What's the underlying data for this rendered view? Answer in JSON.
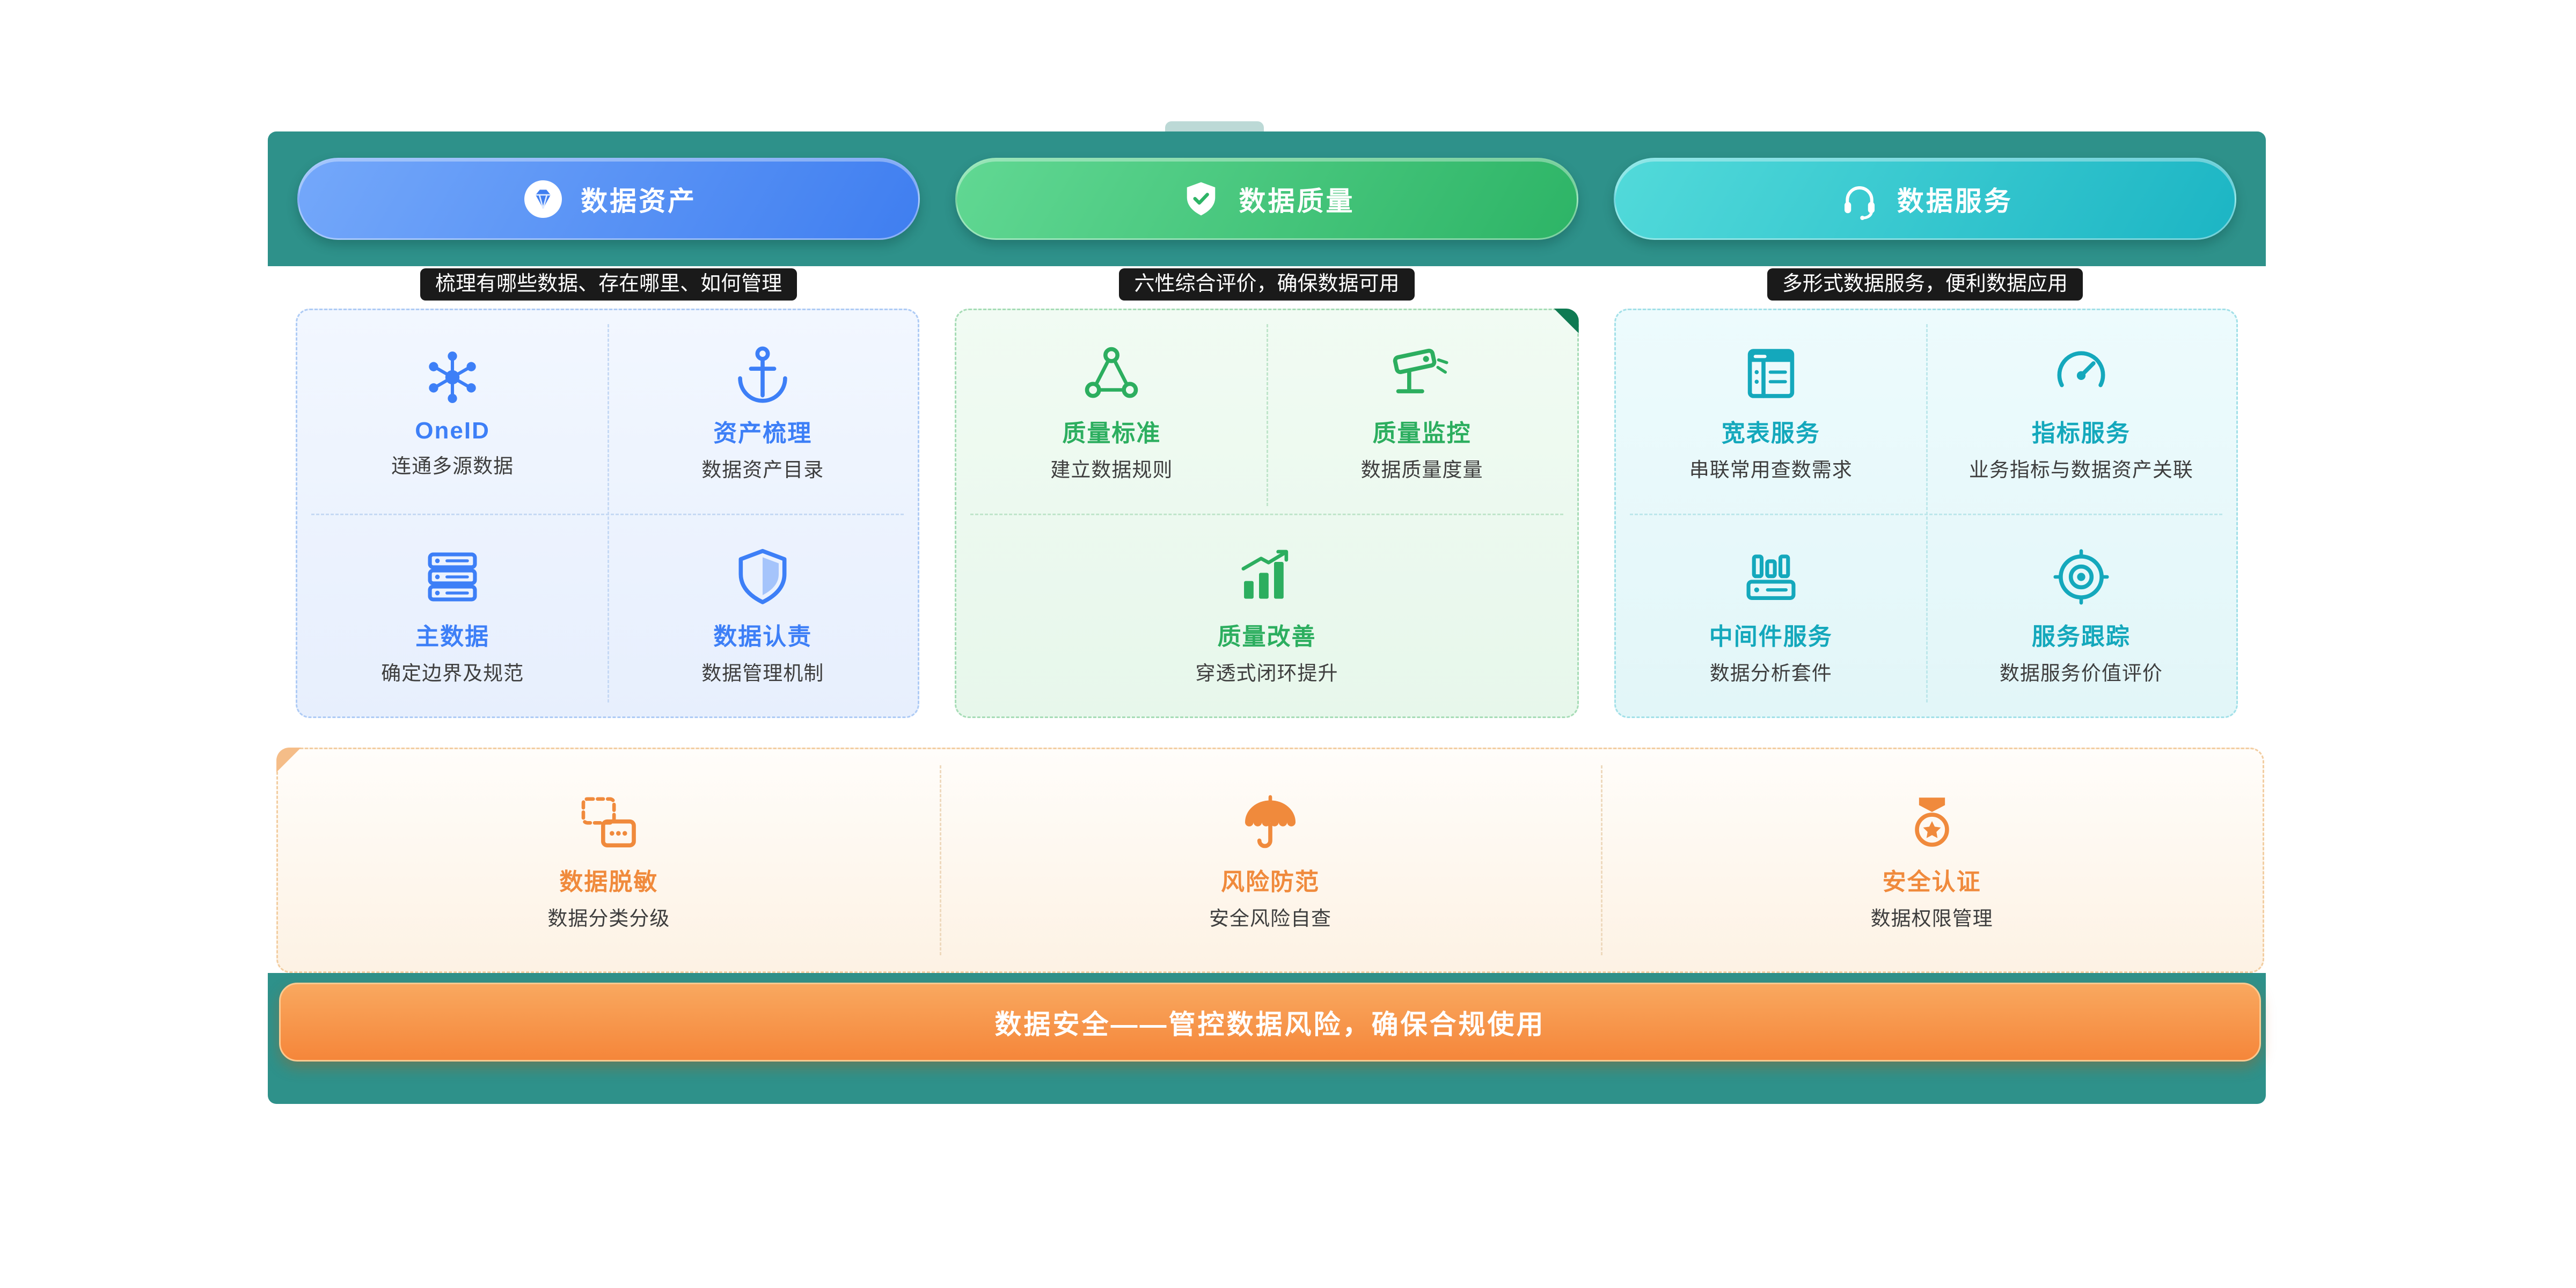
{
  "header": {
    "tabs": [
      {
        "label": "数据资产",
        "icon": "diamond-icon",
        "tagline": "梳理有哪些数据、存在哪里、如何管理",
        "accent": "#3f7ef0"
      },
      {
        "label": "数据质量",
        "icon": "shield-check-icon",
        "tagline": "六性综合评价，确保数据可用",
        "accent": "#2db466"
      },
      {
        "label": "数据服务",
        "icon": "headset-icon",
        "tagline": "多形式数据服务，便利数据应用",
        "accent": "#1cb5c4"
      }
    ]
  },
  "cards": [
    {
      "theme": "blue",
      "accent": "#3d7ff7",
      "items": [
        {
          "title": "OneID",
          "subtitle": "连通多源数据",
          "icon": "network-graph-icon"
        },
        {
          "title": "资产梳理",
          "subtitle": "数据资产目录",
          "icon": "anchor-icon"
        },
        {
          "title": "主数据",
          "subtitle": "确定边界及规范",
          "icon": "server-stack-icon"
        },
        {
          "title": "数据认责",
          "subtitle": "数据管理机制",
          "icon": "shield-icon"
        }
      ]
    },
    {
      "theme": "green",
      "accent": "#2cae5f",
      "items": [
        {
          "title": "质量标准",
          "subtitle": "建立数据规则",
          "icon": "triangle-nodes-icon"
        },
        {
          "title": "质量监控",
          "subtitle": "数据质量度量",
          "icon": "cctv-camera-icon"
        },
        {
          "title": "质量改善",
          "subtitle": "穿透式闭环提升",
          "icon": "rising-chart-icon"
        }
      ]
    },
    {
      "theme": "cyan",
      "accent": "#14a8bc",
      "items": [
        {
          "title": "宽表服务",
          "subtitle": "串联常用查数需求",
          "icon": "wide-table-icon"
        },
        {
          "title": "指标服务",
          "subtitle": "业务指标与数据资产关联",
          "icon": "gauge-icon"
        },
        {
          "title": "中间件服务",
          "subtitle": "数据分析套件",
          "icon": "middleware-icon"
        },
        {
          "title": "服务跟踪",
          "subtitle": "数据服务价值评价",
          "icon": "target-icon"
        }
      ]
    }
  ],
  "security": {
    "accent": "#f08a3c",
    "items": [
      {
        "title": "数据脱敏",
        "subtitle": "数据分类分级",
        "icon": "mask-card-icon"
      },
      {
        "title": "风险防范",
        "subtitle": "安全风险自查",
        "icon": "umbrella-icon"
      },
      {
        "title": "安全认证",
        "subtitle": "数据权限管理",
        "icon": "medal-star-icon"
      }
    ],
    "banner": "数据安全——管控数据风险，确保合规使用"
  },
  "colors": {
    "panel_teal": "#2e918a",
    "banner_orange": "#f6913f"
  }
}
